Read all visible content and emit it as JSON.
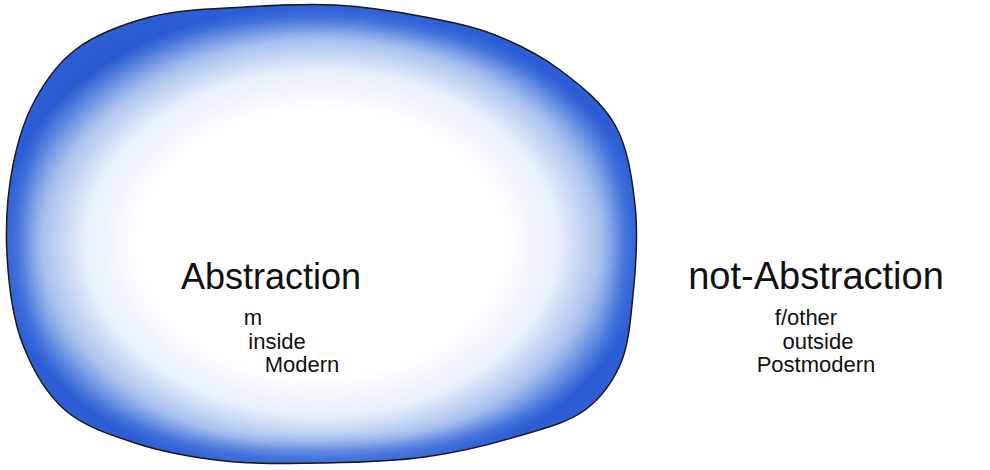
{
  "diagram": {
    "nodes": [
      {
        "text": [
          "Abstraction",
          "m",
          "inside",
          "Modern"
        ]
      }
    ],
    "labels": [
      "not-Abstraction",
      "f/other",
      "outside",
      "Postmodern"
    ]
  }
}
